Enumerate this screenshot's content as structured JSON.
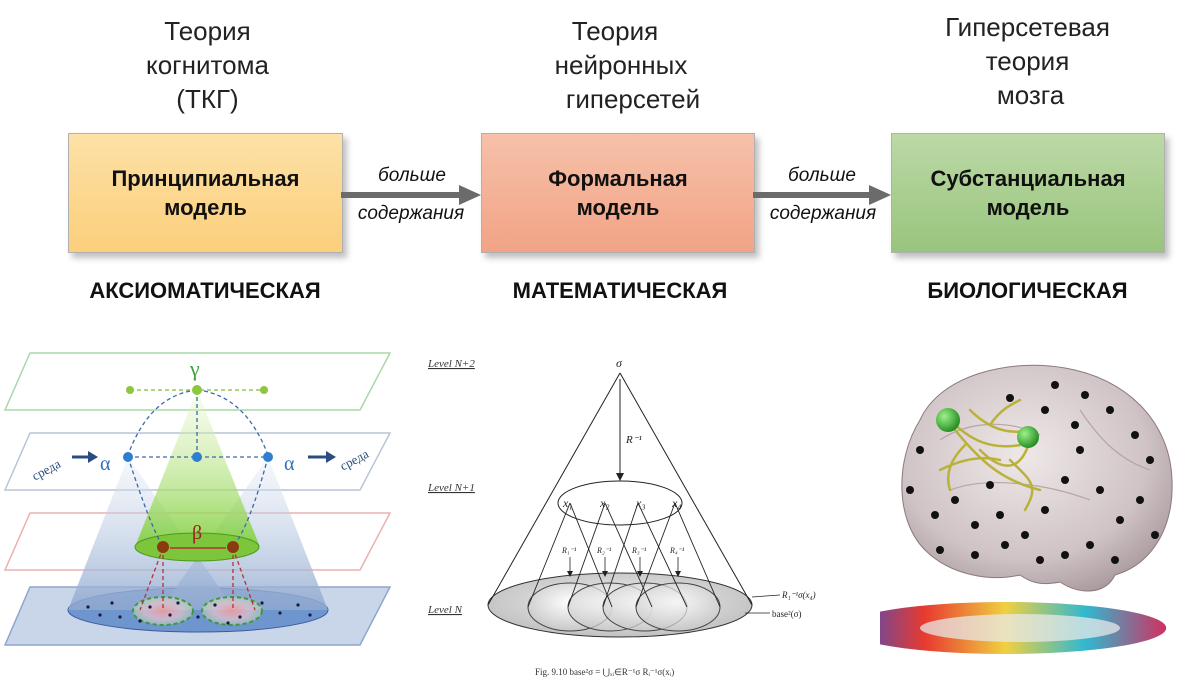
{
  "titles": {
    "left": [
      "Теория",
      "когнитома",
      "(ТКГ)"
    ],
    "center": [
      "Теория",
      "нейронных",
      "гиперсетей"
    ],
    "right": [
      "Гиперсетевая",
      "теория",
      "мозга"
    ]
  },
  "boxes": {
    "left": {
      "lines": [
        "Принципиальная",
        "модель"
      ],
      "color": "#fcd58a"
    },
    "center": {
      "lines": [
        "Формальная",
        "модель"
      ],
      "color": "#f4ab90"
    },
    "right": {
      "lines": [
        "Субстанциальная",
        "модель"
      ],
      "color": "#a9cf91"
    }
  },
  "arrow_labels": {
    "first": [
      "больше",
      "содержания"
    ],
    "second": [
      "больше",
      "содержания"
    ]
  },
  "categories": {
    "left": "АКСИОМАТИЧЕСКАЯ",
    "center": "МАТЕМАТИЧЕСКАЯ",
    "right": "БИОЛОГИЧЕСКАЯ"
  },
  "left_diagram": {
    "gamma": "γ",
    "alpha_left": "α",
    "alpha_right": "α",
    "beta": "β",
    "env_left": "среда",
    "env_right": "среда"
  },
  "center_diagram": {
    "levels": [
      "Level N+2",
      "Level N+1",
      "Level N"
    ],
    "sigma": "σ",
    "r_inverse": "R⁻¹",
    "x_labels": [
      "x₁",
      "x₂",
      "x₃",
      "x₄"
    ],
    "r_labels": [
      "R₁⁻¹",
      "R₂⁻¹",
      "R₃⁻¹",
      "R₄⁻¹"
    ],
    "right_label_1": "R₁⁻¹σ(x₄)",
    "right_label_2": "base²(σ)",
    "caption": "Fig. 9.10   base²σ = ⋃ₓᵢ∈R⁻¹σ  Rᵢ⁻¹σ(xᵢ)"
  }
}
